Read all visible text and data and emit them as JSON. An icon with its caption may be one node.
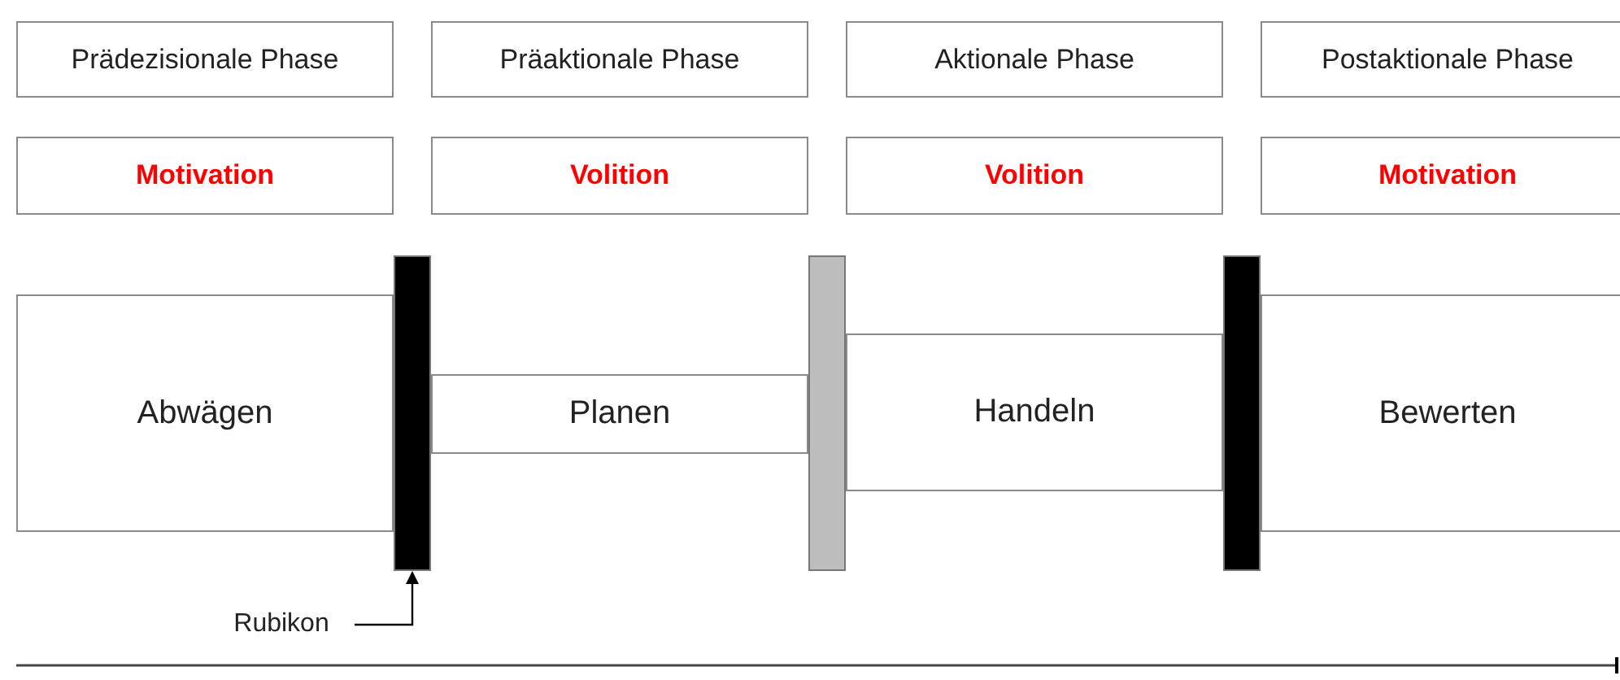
{
  "diagram": {
    "nodes": [
      {
        "text": [
          "Prädezisionale Phase"
        ]
      },
      {
        "text": [
          "Präaktionale Phase"
        ]
      },
      {
        "text": [
          "Aktionale Phase"
        ]
      },
      {
        "text": [
          "Postaktionale Phase"
        ]
      },
      {
        "text": [
          "Motivation"
        ]
      },
      {
        "text": [
          "Volition"
        ]
      },
      {
        "text": [
          "Volition"
        ]
      },
      {
        "text": [
          "Motivation"
        ]
      },
      {
        "text": [
          "Abwägen"
        ]
      },
      {
        "text": [],
        "shape": "bar"
      },
      {
        "text": [
          "Planen"
        ]
      },
      {
        "text": [],
        "shape": "bar"
      },
      {
        "text": [
          "Handeln"
        ]
      },
      {
        "text": [],
        "shape": "bar"
      },
      {
        "text": [
          "Bewerten"
        ]
      },
      {
        "text": [
          "Rubikon"
        ]
      }
    ],
    "edges": [
      {
        "from": 15,
        "to": 9,
        "arrow": "to"
      }
    ]
  }
}
